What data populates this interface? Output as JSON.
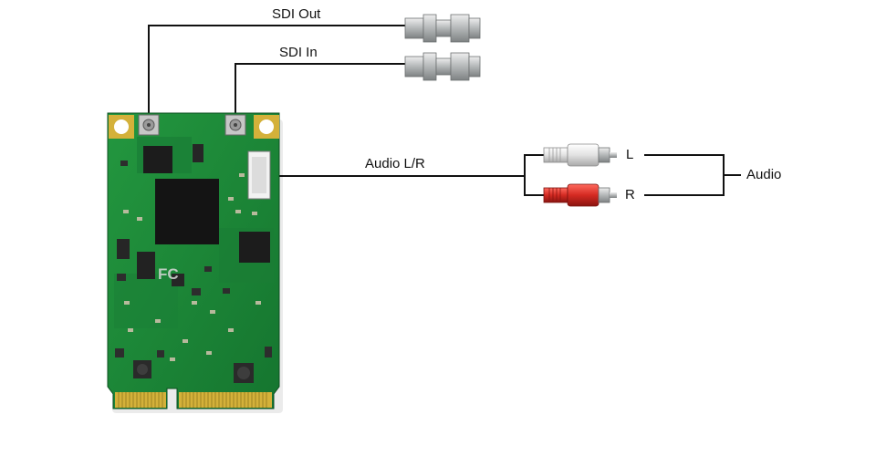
{
  "labels": {
    "sdi_out": "SDI Out",
    "sdi_in": "SDI In",
    "audio_lr": "Audio L/R",
    "left": "L",
    "right": "R",
    "audio": "Audio"
  },
  "board_marking": "FC",
  "colors": {
    "pcb": "#1f8a3c",
    "pcb_dark": "#0f5c25",
    "gold": "#d4b13a",
    "wire": "#111111",
    "rca_white": "#e9e9e9",
    "rca_red": "#d42a22",
    "bnc_metal": "#b9bcbd"
  },
  "icons": {
    "bnc_out": "bnc-connector-icon",
    "bnc_in": "bnc-connector-icon",
    "rca_left": "rca-plug-white-icon",
    "rca_right": "rca-plug-red-icon"
  }
}
